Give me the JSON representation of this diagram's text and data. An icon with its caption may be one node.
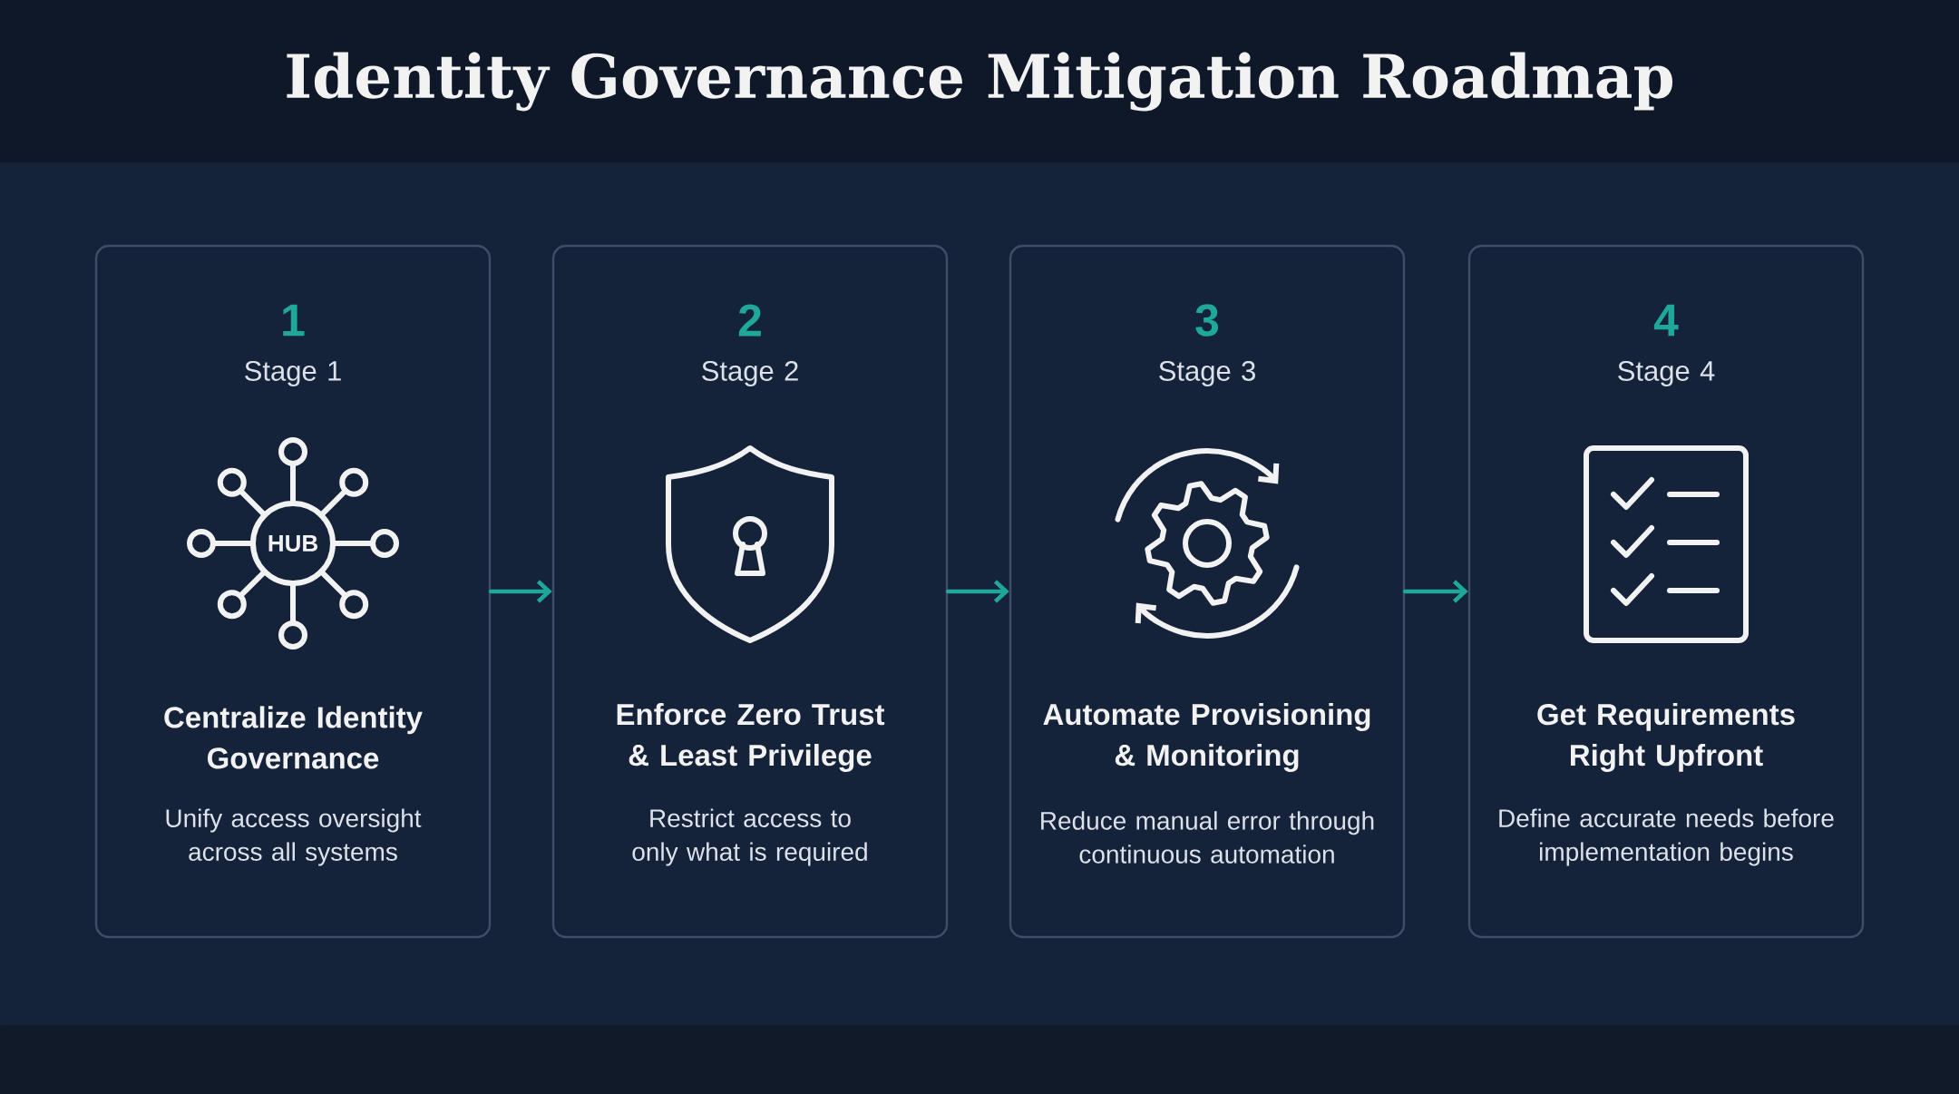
{
  "diagram": {
    "title": "Identity Governance Mitigation Roadmap",
    "nodes": [
      {
        "text": [
          "1",
          "Stage 1",
          "Centralize Identity Governance",
          "Unify access oversight across all systems"
        ]
      },
      {
        "text": [
          "2",
          "Stage 2",
          "Enforce Zero Trust & Least Privilege",
          "Restrict access to only what is required"
        ]
      },
      {
        "text": [
          "3",
          "Stage 3",
          "Automate Provisioning & Monitoring",
          "Reduce manual error through continuous automation"
        ]
      },
      {
        "text": [
          "4",
          "Stage 4",
          "Get Requirements Right Upfront",
          "Define accurate needs before implementation begins"
        ]
      }
    ],
    "edges": [
      {
        "from": 0,
        "to": 1,
        "arrow": "to"
      },
      {
        "from": 1,
        "to": 2,
        "arrow": "to"
      },
      {
        "from": 2,
        "to": 3,
        "arrow": "to"
      }
    ],
    "labels": [
      "HUB"
    ]
  }
}
